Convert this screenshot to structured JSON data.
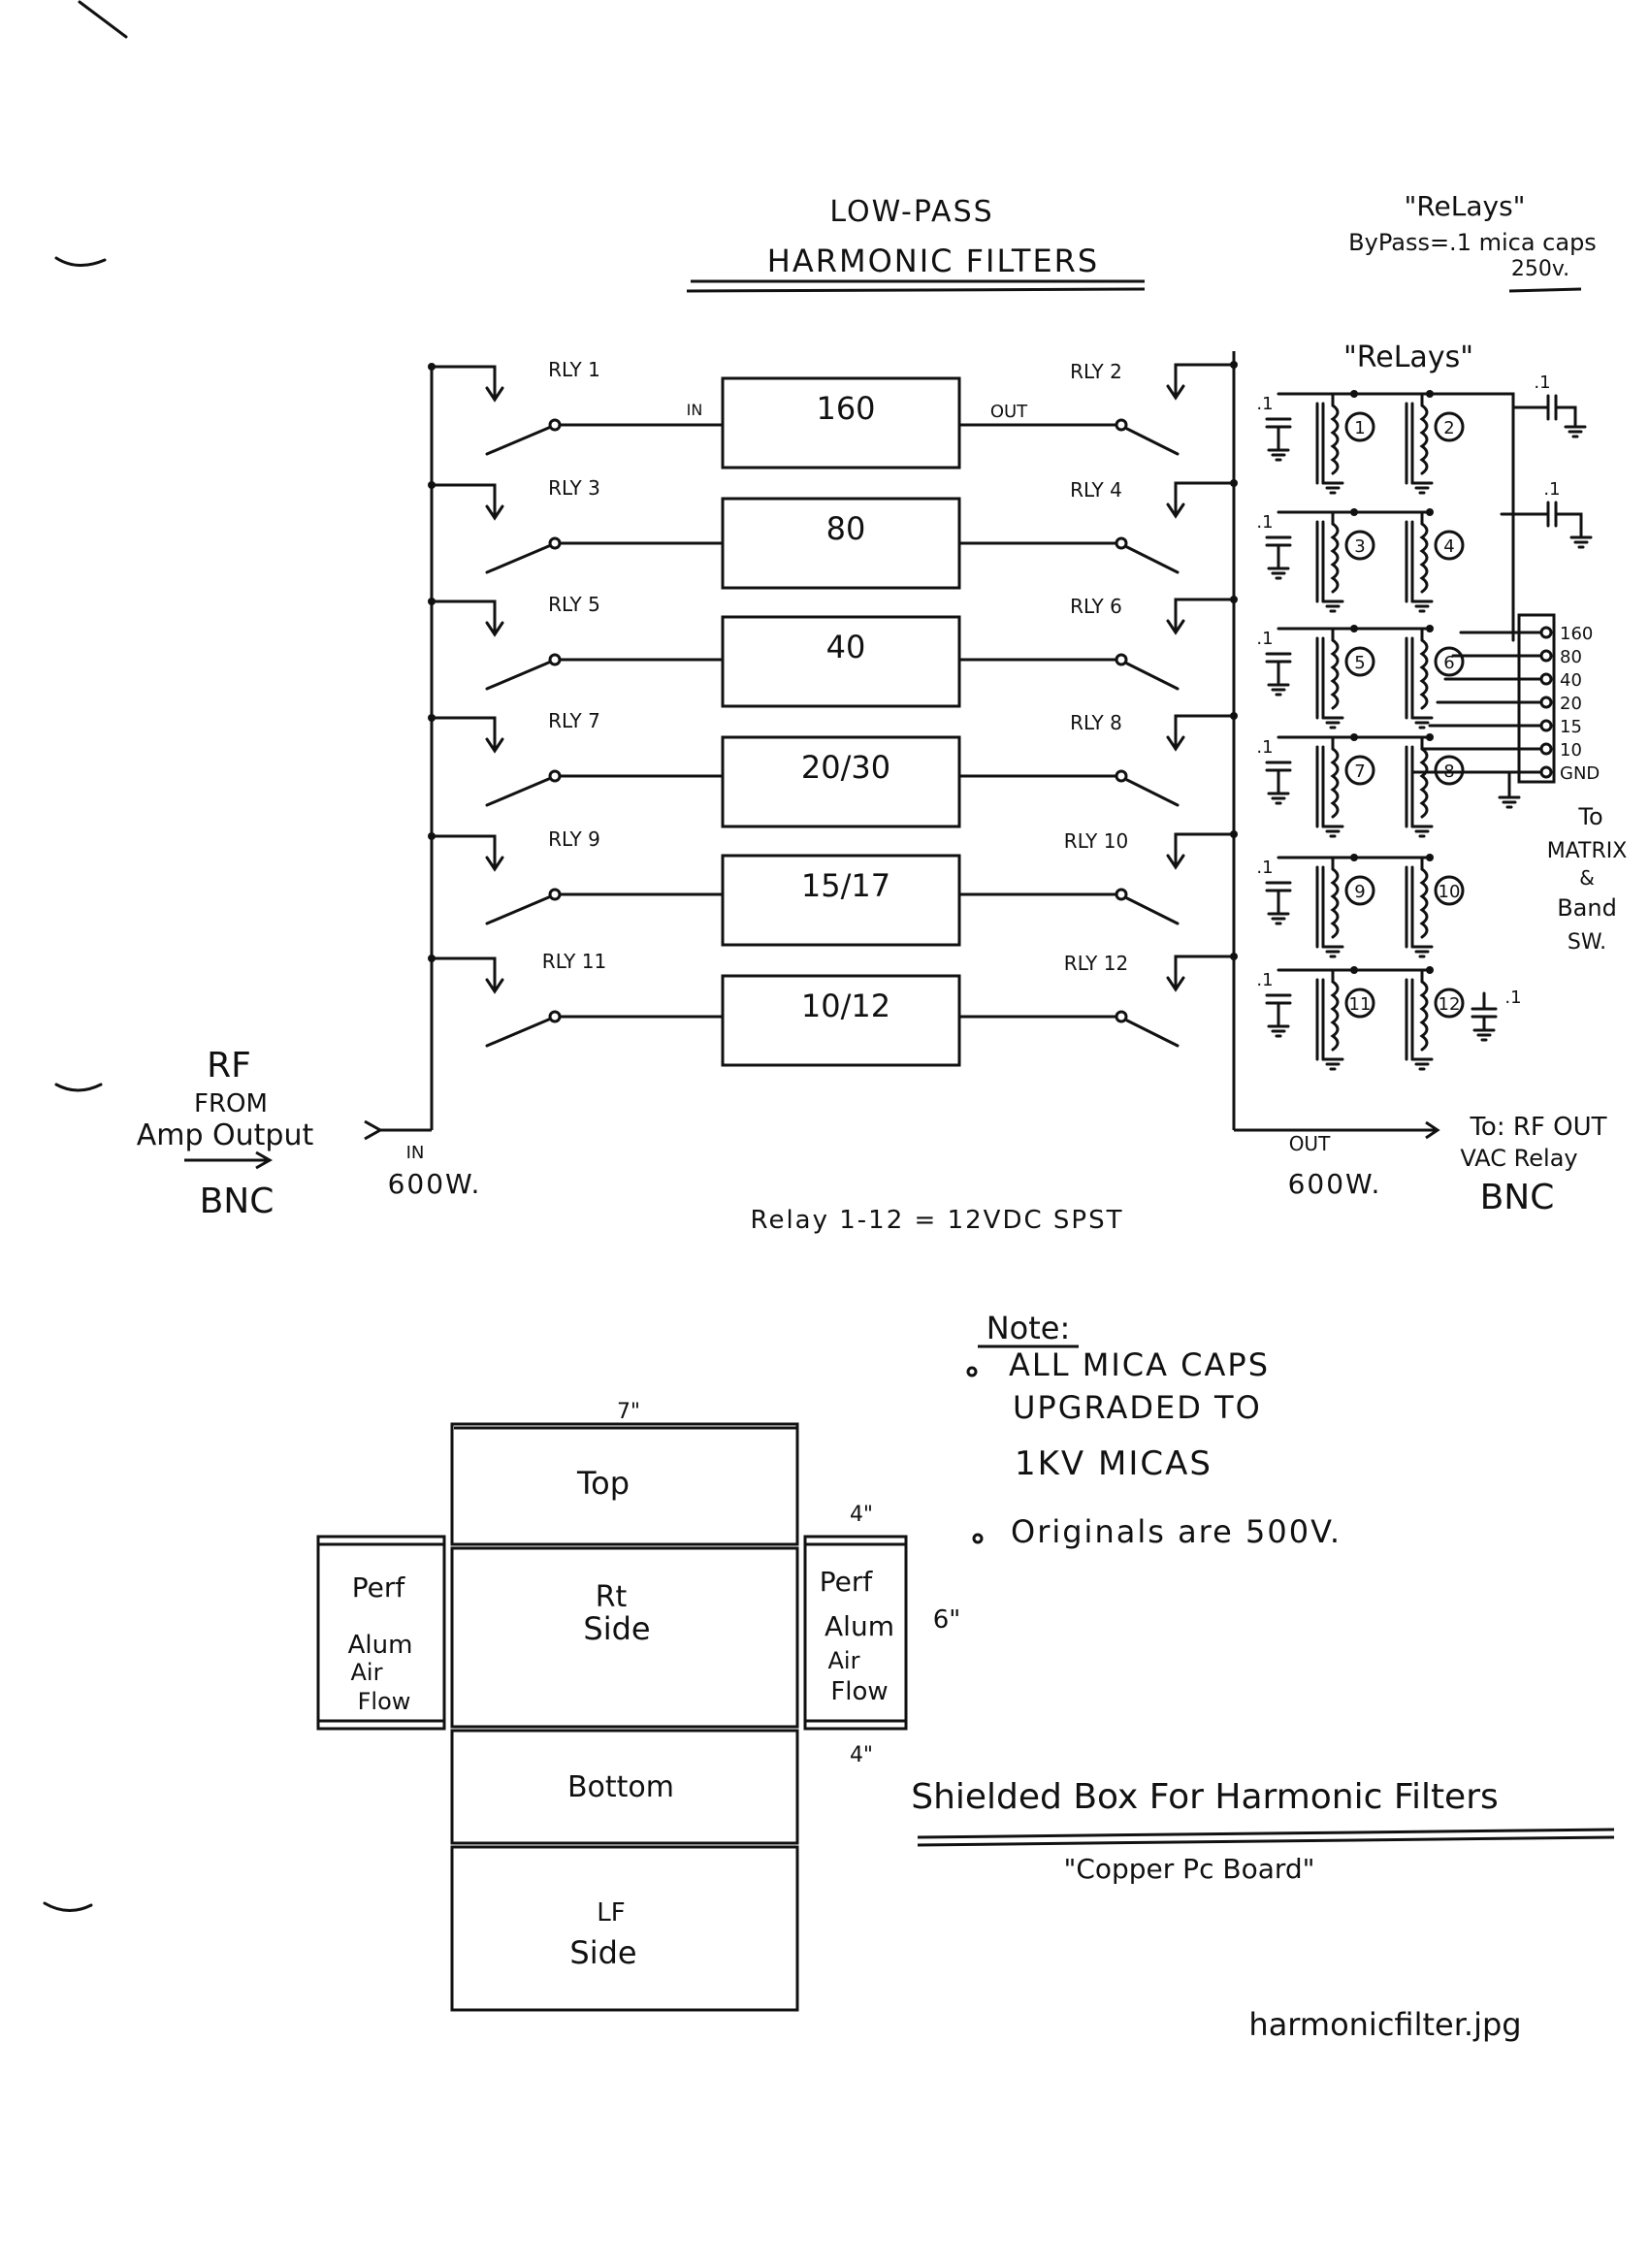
{
  "title": {
    "line1": "LOW-PASS",
    "line2": "HARMONIC FILTERS"
  },
  "bypass_note": {
    "line1": "\"ReLays\"",
    "line2": "ByPass=.1 mica caps",
    "line3": "250v."
  },
  "relay_bank_label": "\"ReLays\"",
  "input": {
    "rf_label": "RF",
    "from_label": "FROM",
    "amp_label": "Amp Output",
    "connector": "BNC",
    "in_label": "IN",
    "power": "600W."
  },
  "output": {
    "out_label": "OUT",
    "power": "600W.",
    "to_label": "To: RF OUT",
    "vac_label": "VAC Relay",
    "connector": "BNC"
  },
  "in_tag": "IN",
  "out_tag": "OUT",
  "filters": [
    {
      "band": "160",
      "left_relay": "RLY 1",
      "right_relay": "RLY 2"
    },
    {
      "band": "80",
      "left_relay": "RLY 3",
      "right_relay": "RLY 4"
    },
    {
      "band": "40",
      "left_relay": "RLY 5",
      "right_relay": "RLY 6"
    },
    {
      "band": "20/30",
      "left_relay": "RLY 7",
      "right_relay": "RLY 8"
    },
    {
      "band": "15/17",
      "left_relay": "RLY 9",
      "right_relay": "RLY 10"
    },
    {
      "band": "10/12",
      "left_relay": "RLY 11",
      "right_relay": "RLY 12"
    }
  ],
  "relay_spec": "Relay 1-12 = 12VDC SPST",
  "coils": [
    "1",
    "2",
    "3",
    "4",
    "5",
    "6",
    "7",
    "8",
    "9",
    "10",
    "11",
    "12"
  ],
  "cap_label": ".1",
  "terminals": [
    "160",
    "80",
    "40",
    "20",
    "15",
    "10",
    "GND"
  ],
  "matrix_note": {
    "line1": "To",
    "line2": "MATRIX",
    "line3": "&",
    "line4": "Band",
    "line5": "SW."
  },
  "notes": {
    "heading": "Note:",
    "items": [
      "ALL MICA CAPS",
      "UPGRADED TO",
      "1KV MICAS",
      "Originals are 500V."
    ]
  },
  "box": {
    "dim_width": "7\"",
    "dim_depth_top": "4\"",
    "dim_depth_bottom": "4\"",
    "dim_height": "6\"",
    "top": "Top",
    "rt_side_1": "Rt",
    "rt_side_2": "Side",
    "bottom": "Bottom",
    "lf_side_1": "LF",
    "lf_side_2": "Side",
    "perf_1": "Perf",
    "perf_2": "Alum",
    "perf_3": "Air",
    "perf_4": "Flow",
    "caption": "Shielded Box For Harmonic Filters",
    "material": "\"Copper Pc Board\""
  },
  "filename": "harmonicfilter.jpg"
}
